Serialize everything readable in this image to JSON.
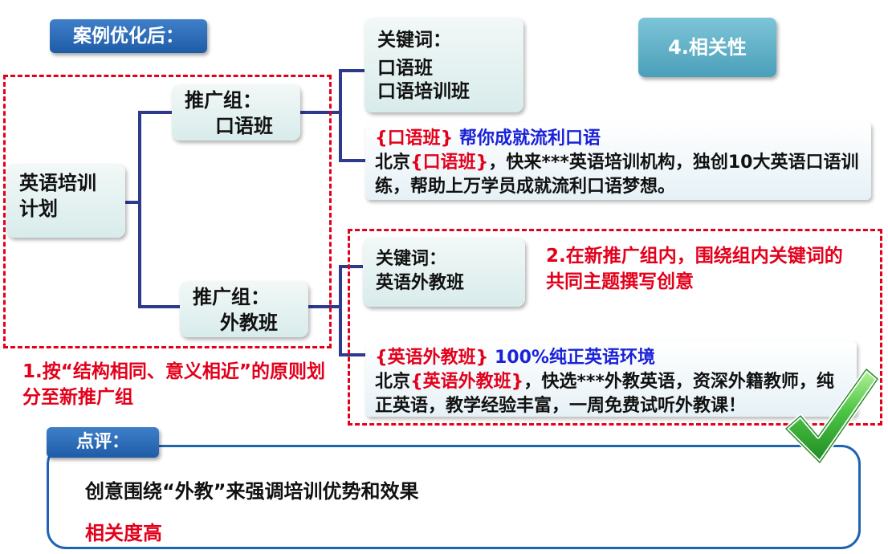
{
  "header": {
    "title": "案例优化后：",
    "tag": "4.相关性"
  },
  "root": {
    "line1": "英语培训",
    "line2": "计划"
  },
  "groups": [
    {
      "prefix": "推广组：",
      "name": "口语班",
      "keywords_label": "关键词：",
      "keywords": [
        "口语班",
        "口语培训班"
      ],
      "ad_title_red": "{口语班}",
      "ad_title_blue": " 帮你成就流利口语",
      "ad_body_prefix": "北京",
      "ad_body_red": "{口语班}",
      "ad_body_rest": "，快来***英语培训机构，独创10大英语口语训练，帮助上万学员成就流利口语梦想。"
    },
    {
      "prefix": "推广组：",
      "name": "外教班",
      "keywords_label": "关键词：",
      "keywords": [
        "英语外教班"
      ],
      "ad_title_red": "{英语外教班}",
      "ad_title_blue": " 100%纯正英语环境",
      "ad_body_prefix": "北京",
      "ad_body_red": "{英语外教班}",
      "ad_body_rest": "，快选***外教英语，资深外籍教师，纯正英语，教学经验丰富，一周免费试听外教课！"
    }
  ],
  "notes": {
    "note1": "1.按“结构相同、意义相近”的原则划分至新推广组",
    "note2": "2.在新推广组内，围绕组内关键词的共同主题撰写创意"
  },
  "review": {
    "label": "点评：",
    "line1": "创意围绕“外教”来强调培训优势和效果",
    "line2": "相关度高"
  },
  "colors": {
    "accent_red": "#e3001b",
    "accent_blue": "#1a22d8",
    "connector": "#2e3a8c",
    "badge_blue": "#1f5ca8",
    "check_green": "#3db43a"
  }
}
